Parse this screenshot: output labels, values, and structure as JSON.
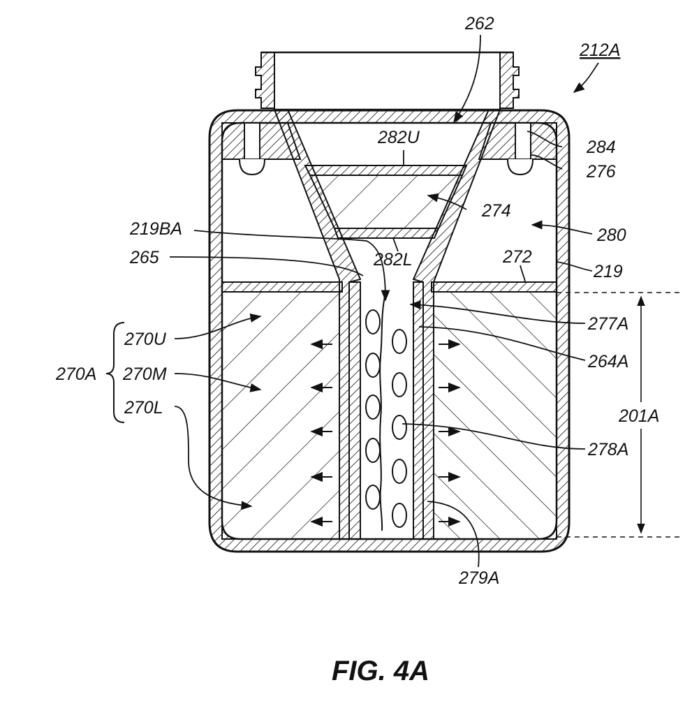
{
  "figure": {
    "caption": "FIG. 4A",
    "reference": "212A"
  },
  "labels": {
    "l262": "262",
    "l282U": "282U",
    "l284": "284",
    "l276": "276",
    "l274": "274",
    "l280": "280",
    "l219BA": "219BA",
    "l265": "265",
    "l282L": "282L",
    "l272": "272",
    "l219": "219",
    "l277A": "277A",
    "l270U": "270U",
    "l264A": "264A",
    "l270A": "270A",
    "l270M": "270M",
    "l270L": "270L",
    "l201A": "201A",
    "l278A": "278A",
    "l279A": "279A"
  }
}
